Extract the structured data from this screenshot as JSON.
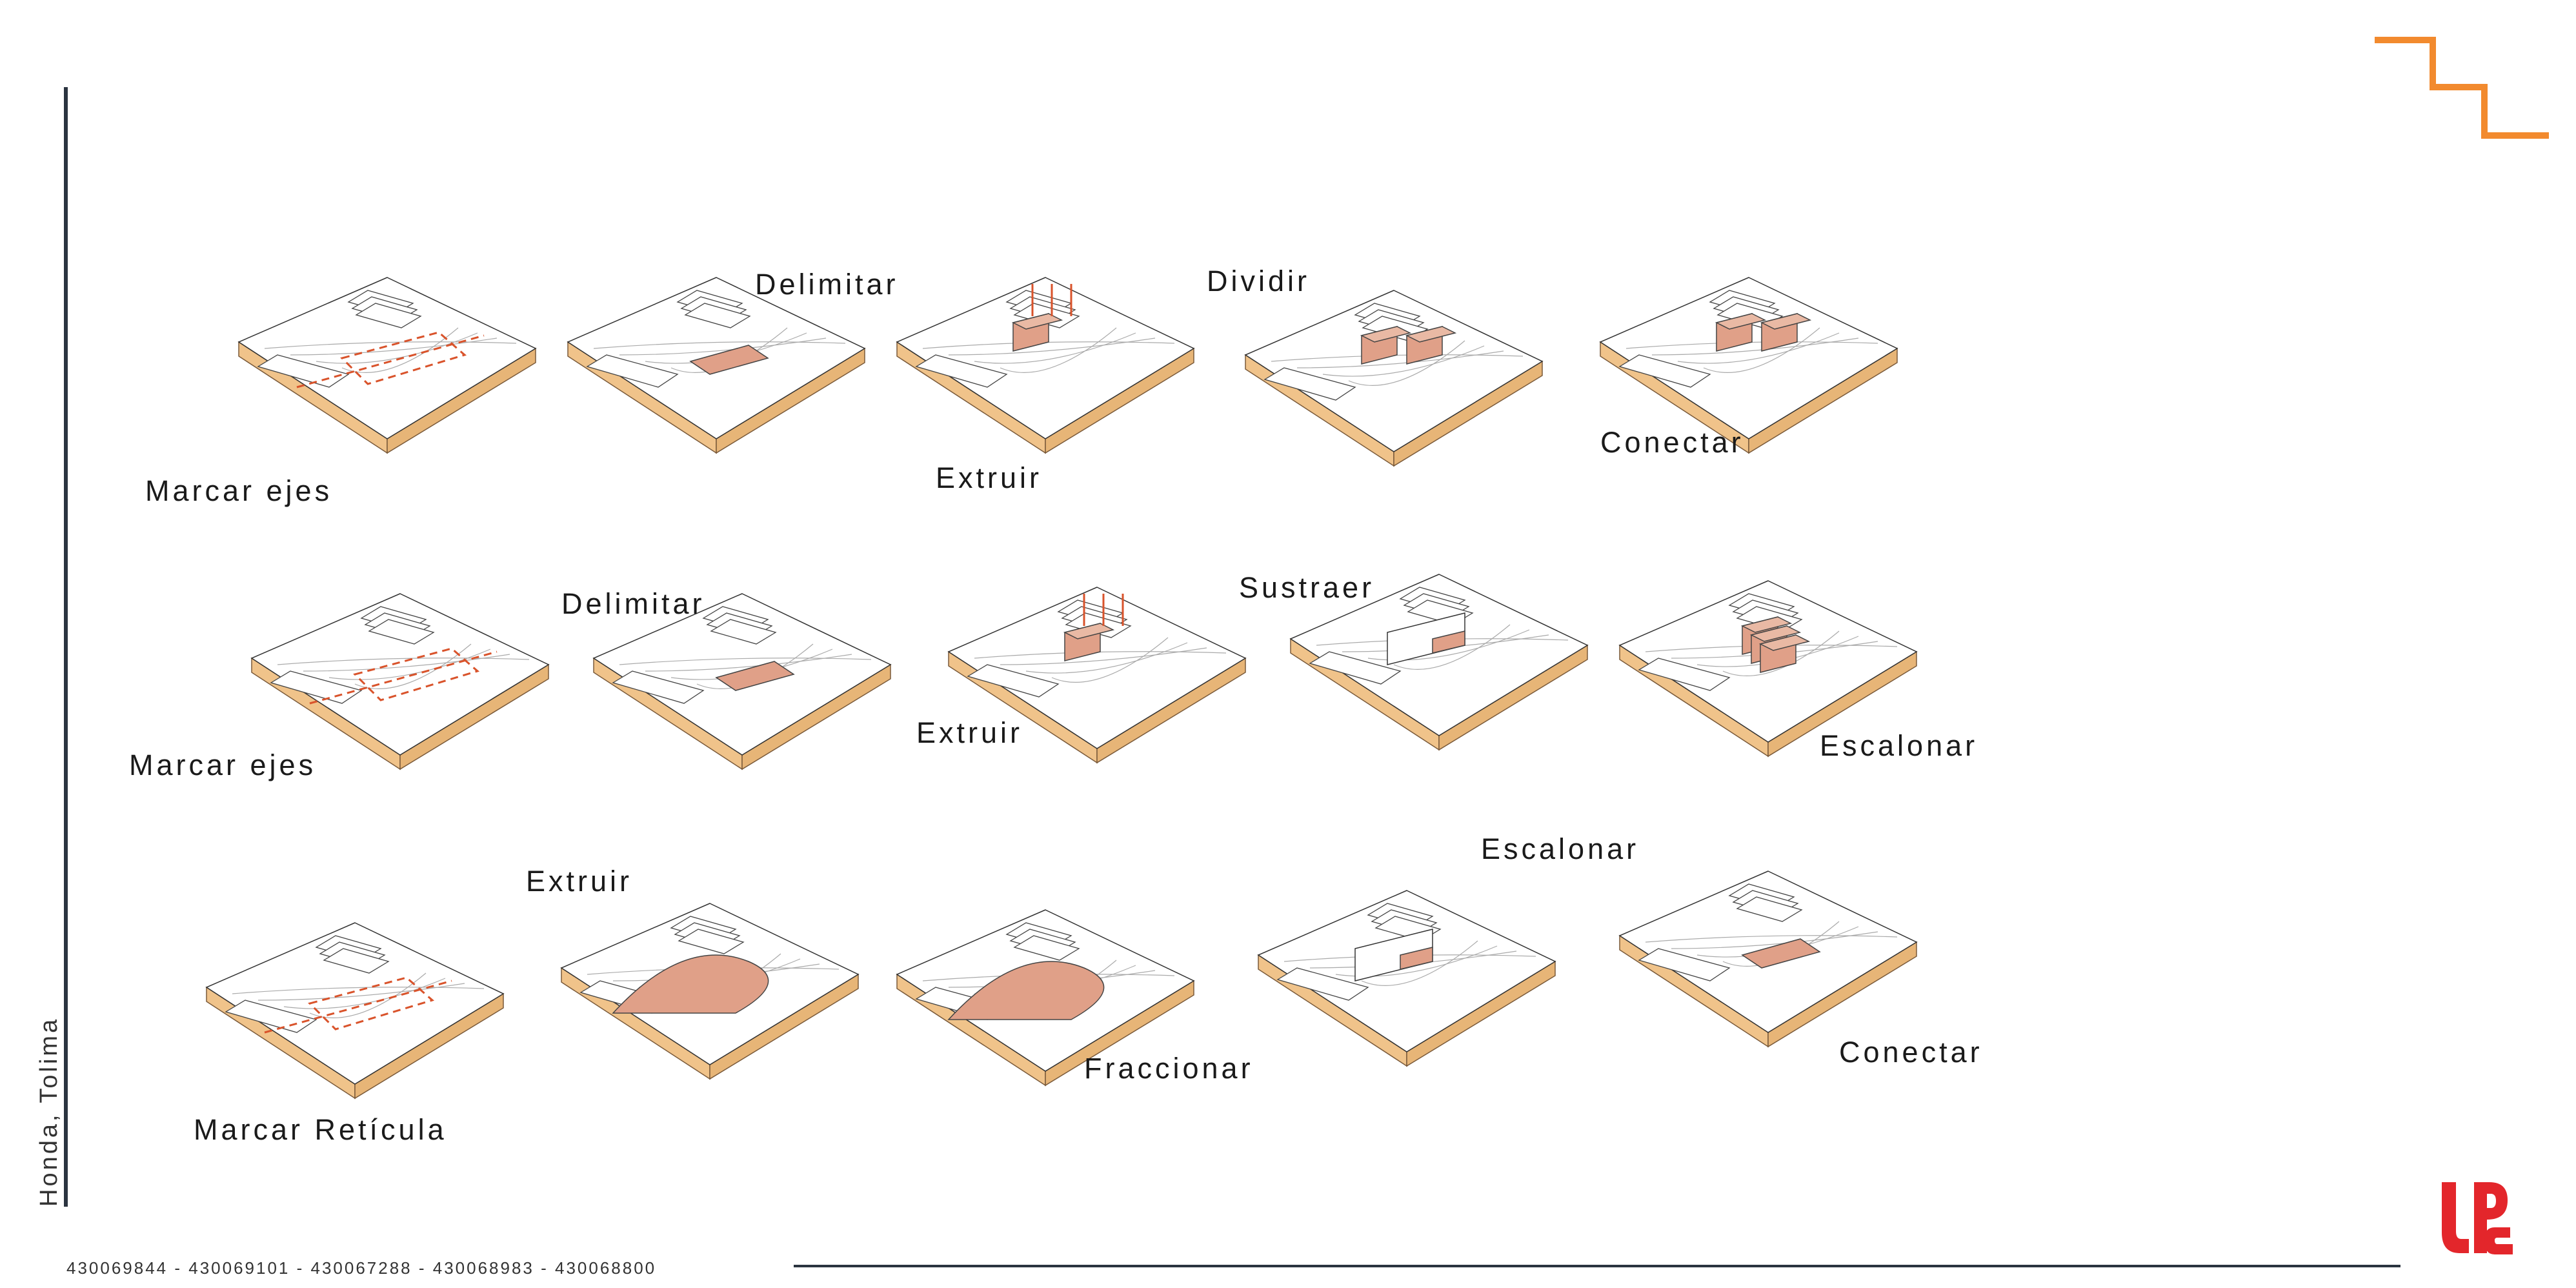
{
  "sidebar": {
    "location": "Honda, Tolima"
  },
  "footer": {
    "codes": "430069844 - 430069101 - 430067288 - 430068983 - 430068800"
  },
  "colors": {
    "accent_orange": "#f28a2e",
    "mass_fill": "#e0a088",
    "base_wood": "#f0c38a",
    "logo_red": "#e3262b",
    "rule": "#2b3440"
  },
  "logo": {
    "icon": "upc-logo-icon"
  },
  "rows": [
    {
      "steps": [
        {
          "label": "Marcar ejes"
        },
        {
          "label": "Delimitar"
        },
        {
          "label": "Extruir"
        },
        {
          "label": "Dividir"
        },
        {
          "label": "Conectar"
        }
      ]
    },
    {
      "steps": [
        {
          "label": "Marcar ejes"
        },
        {
          "label": "Delimitar"
        },
        {
          "label": "Extruir"
        },
        {
          "label": "Sustraer"
        },
        {
          "label": "Escalonar"
        }
      ]
    },
    {
      "steps": [
        {
          "label": "Marcar Retícula"
        },
        {
          "label": "Extruir"
        },
        {
          "label": "Fraccionar"
        },
        {
          "label": "Escalonar"
        },
        {
          "label": "Conectar"
        }
      ]
    }
  ]
}
